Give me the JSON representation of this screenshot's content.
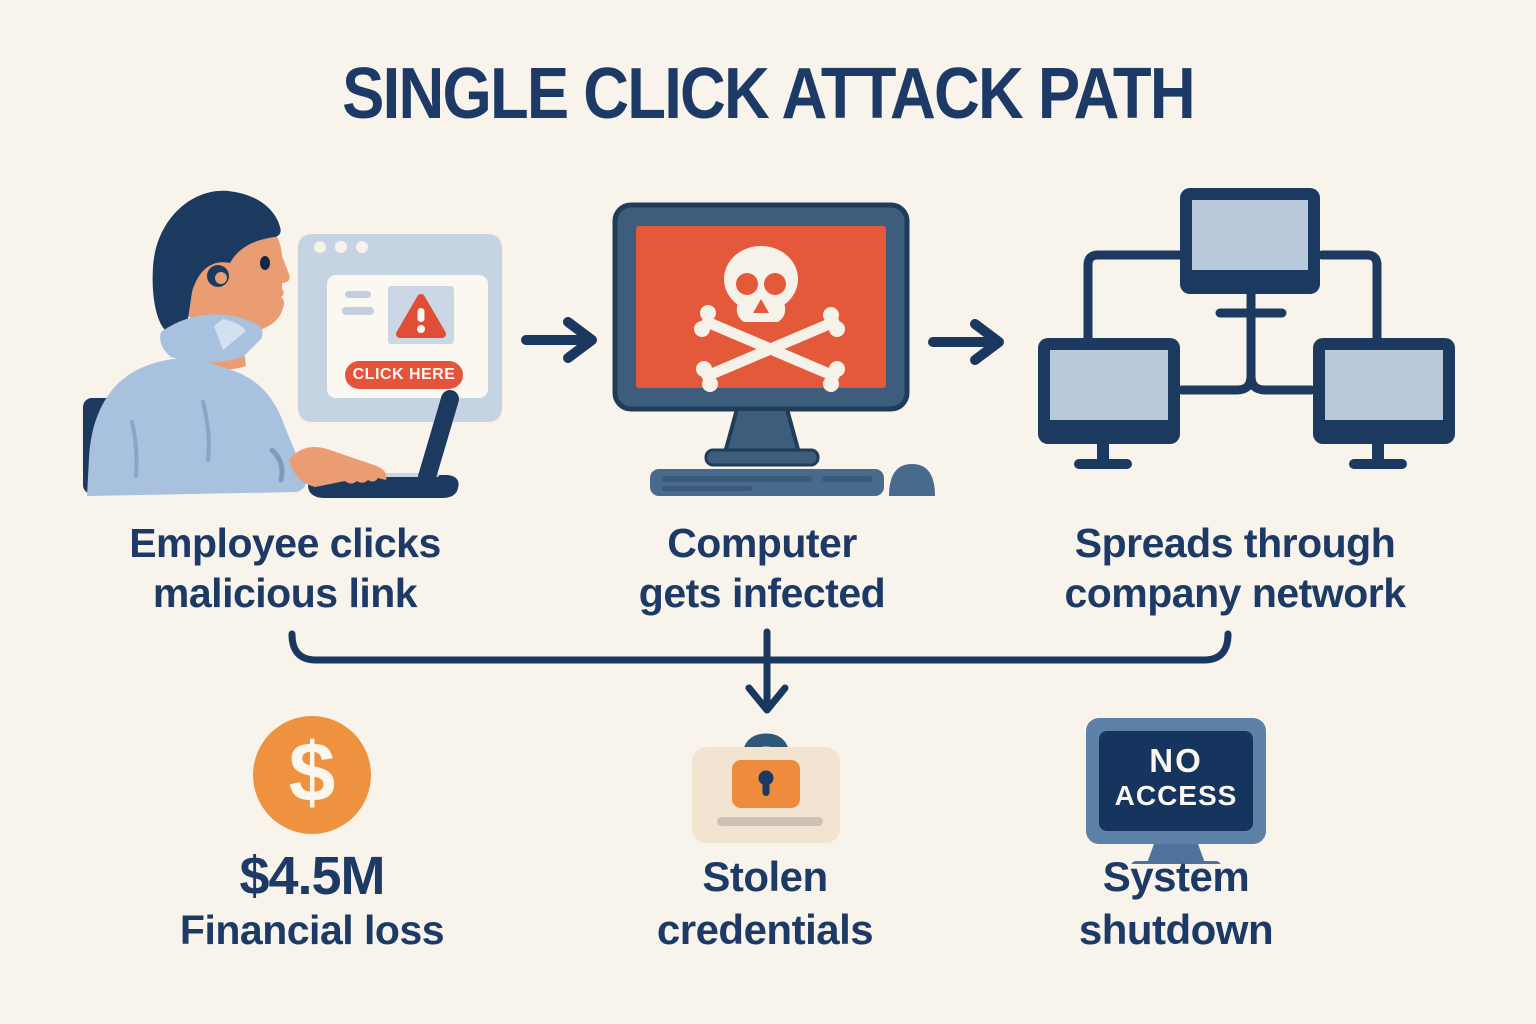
{
  "title": "SINGLE CLICK ATTACK PATH",
  "colors": {
    "background": "#F8F4EC",
    "navy": "#1C3A5F",
    "text_navy": "#1D3A66",
    "alert_red": "#E4533B",
    "screen_red": "#E5593B",
    "steel_blue": "#3E5D7C",
    "light_steel": "#5C80A6",
    "browser_chrome": "#C6D3E2",
    "shirt_blue": "#A7C1DF",
    "skin": "#EA9D73",
    "network_screen": "#B9C9DC",
    "coin_orange": "#EF9240",
    "lock_orange": "#EF8B3D",
    "card_beige": "#F3E4D1",
    "dark_screen": "#16355E"
  },
  "steps": [
    {
      "label": "Employee clicks\nmalicious link",
      "button": "CLICK HERE"
    },
    {
      "label": "Computer\ngets infected"
    },
    {
      "label": "Spreads through\ncompany network"
    }
  ],
  "outcomes": [
    {
      "coin_symbol": "$",
      "value": "$4.5M",
      "label": "Financial loss"
    },
    {
      "label": "Stolen\ncredentials"
    },
    {
      "label": "System\nshutdown",
      "screen_line1": "NO",
      "screen_line2": "ACCESS"
    }
  ]
}
